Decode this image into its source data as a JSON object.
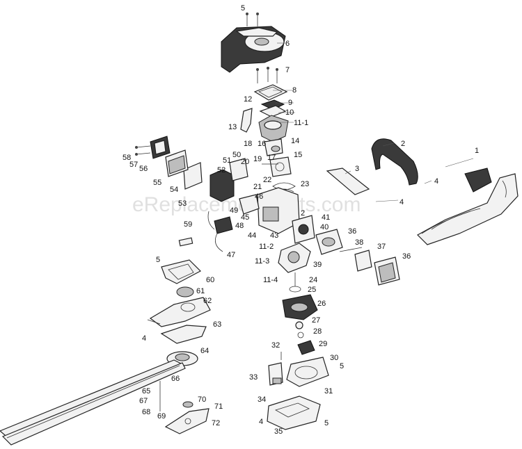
{
  "watermark": "eReplacementParts.com",
  "labels": [
    {
      "id": "l5a",
      "text": "5"
    },
    {
      "id": "l6",
      "text": "6"
    },
    {
      "id": "l7",
      "text": "7"
    },
    {
      "id": "l8",
      "text": "8"
    },
    {
      "id": "l9",
      "text": "9"
    },
    {
      "id": "l10",
      "text": "10"
    },
    {
      "id": "l11-1",
      "text": "11-1"
    },
    {
      "id": "l12",
      "text": "12"
    },
    {
      "id": "l13",
      "text": "13"
    },
    {
      "id": "l14",
      "text": "14"
    },
    {
      "id": "l15",
      "text": "15"
    },
    {
      "id": "l16",
      "text": "16"
    },
    {
      "id": "l17",
      "text": "17"
    },
    {
      "id": "l18",
      "text": "18"
    },
    {
      "id": "l19",
      "text": "19"
    },
    {
      "id": "l20",
      "text": "20"
    },
    {
      "id": "l21",
      "text": "21"
    },
    {
      "id": "l22",
      "text": "22"
    },
    {
      "id": "l23",
      "text": "23"
    },
    {
      "id": "l50",
      "text": "50"
    },
    {
      "id": "l51",
      "text": "51"
    },
    {
      "id": "l52",
      "text": "52"
    },
    {
      "id": "l46",
      "text": "46"
    },
    {
      "id": "l58",
      "text": "58"
    },
    {
      "id": "l57",
      "text": "57"
    },
    {
      "id": "l56",
      "text": "56"
    },
    {
      "id": "l55",
      "text": "55"
    },
    {
      "id": "l54",
      "text": "54"
    },
    {
      "id": "l53",
      "text": "53"
    },
    {
      "id": "l49",
      "text": "49"
    },
    {
      "id": "l45",
      "text": "45"
    },
    {
      "id": "l44",
      "text": "44"
    },
    {
      "id": "l48",
      "text": "48"
    },
    {
      "id": "l47",
      "text": "47"
    },
    {
      "id": "l59",
      "text": "59"
    },
    {
      "id": "l2a",
      "text": "2"
    },
    {
      "id": "l41",
      "text": "41"
    },
    {
      "id": "l40",
      "text": "40"
    },
    {
      "id": "l43",
      "text": "43"
    },
    {
      "id": "l36a",
      "text": "36"
    },
    {
      "id": "l38",
      "text": "38"
    },
    {
      "id": "l37",
      "text": "37"
    },
    {
      "id": "l36b",
      "text": "36"
    },
    {
      "id": "l11-2",
      "text": "11-2"
    },
    {
      "id": "l11-3",
      "text": "11-3"
    },
    {
      "id": "l39",
      "text": "39"
    },
    {
      "id": "l11-4",
      "text": "11-4"
    },
    {
      "id": "l24",
      "text": "24"
    },
    {
      "id": "l25",
      "text": "25"
    },
    {
      "id": "l26",
      "text": "26"
    },
    {
      "id": "l27",
      "text": "27"
    },
    {
      "id": "l28",
      "text": "28"
    },
    {
      "id": "l29",
      "text": "29"
    },
    {
      "id": "l30",
      "text": "30"
    },
    {
      "id": "l5b",
      "text": "5"
    },
    {
      "id": "l32",
      "text": "32"
    },
    {
      "id": "l33",
      "text": "33"
    },
    {
      "id": "l34",
      "text": "34"
    },
    {
      "id": "l31",
      "text": "31"
    },
    {
      "id": "l4a",
      "text": "4"
    },
    {
      "id": "l35",
      "text": "35"
    },
    {
      "id": "l5c",
      "text": "5"
    },
    {
      "id": "l5d",
      "text": "5"
    },
    {
      "id": "l60",
      "text": "60"
    },
    {
      "id": "l61",
      "text": "61"
    },
    {
      "id": "l62",
      "text": "62"
    },
    {
      "id": "l4b",
      "text": "4"
    },
    {
      "id": "l63",
      "text": "63"
    },
    {
      "id": "l64",
      "text": "64"
    },
    {
      "id": "l65",
      "text": "65"
    },
    {
      "id": "l66",
      "text": "66"
    },
    {
      "id": "l67",
      "text": "67"
    },
    {
      "id": "l68",
      "text": "68"
    },
    {
      "id": "l69",
      "text": "69"
    },
    {
      "id": "l70",
      "text": "70"
    },
    {
      "id": "l71",
      "text": "71"
    },
    {
      "id": "l72",
      "text": "72"
    },
    {
      "id": "l1",
      "text": "1"
    },
    {
      "id": "l2b",
      "text": "2"
    },
    {
      "id": "l3",
      "text": "3"
    },
    {
      "id": "l4c",
      "text": "4"
    },
    {
      "id": "l4d",
      "text": "4"
    }
  ]
}
